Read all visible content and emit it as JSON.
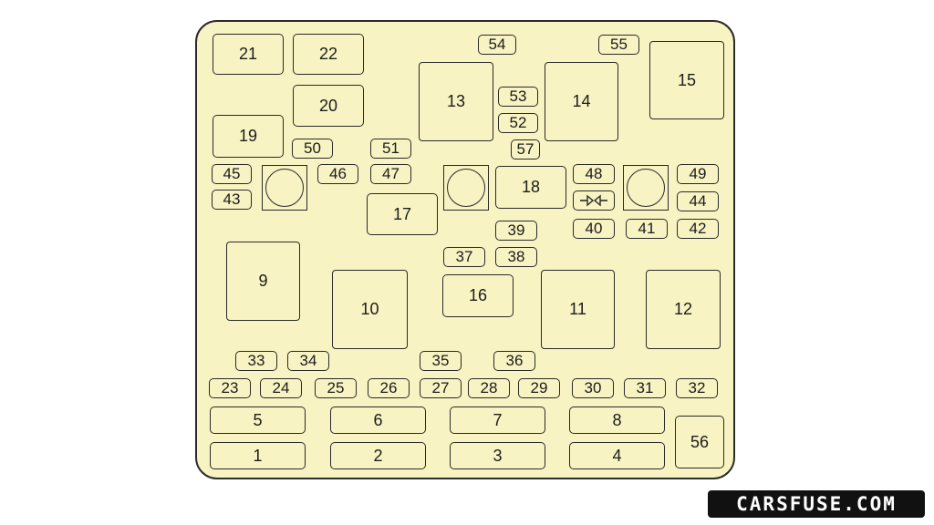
{
  "diagram": {
    "big_fuses": {
      "f9": "9",
      "f10": "10",
      "f11": "11",
      "f12": "12",
      "f13": "13",
      "f14": "14",
      "f15": "15"
    },
    "medium_fuses": {
      "f16": "16",
      "f17": "17",
      "f18": "18",
      "f19": "19",
      "f20": "20",
      "f21": "21",
      "f22": "22",
      "f56": "56"
    },
    "wide_fuses": {
      "f1": "1",
      "f2": "2",
      "f3": "3",
      "f4": "4",
      "f5": "5",
      "f6": "6",
      "f7": "7",
      "f8": "8"
    },
    "mini_fuses": {
      "f23": "23",
      "f24": "24",
      "f25": "25",
      "f26": "26",
      "f27": "27",
      "f28": "28",
      "f29": "29",
      "f30": "30",
      "f31": "31",
      "f32": "32",
      "f33": "33",
      "f34": "34",
      "f35": "35",
      "f36": "36",
      "f37": "37",
      "f38": "38",
      "f39": "39",
      "f40": "40",
      "f41": "41",
      "f42": "42",
      "f43": "43",
      "f44": "44",
      "f45": "45",
      "f46": "46",
      "f47": "47",
      "f48": "48",
      "f49": "49",
      "f50": "50",
      "f51": "51",
      "f52": "52",
      "f53": "53",
      "f54": "54",
      "f55": "55",
      "f57": "57"
    },
    "circle_holders": [
      "relay-socket",
      "relay-socket",
      "relay-socket"
    ],
    "special_icon": "diode-icon"
  },
  "watermark": {
    "text": "CARSFUSE.COM"
  }
}
